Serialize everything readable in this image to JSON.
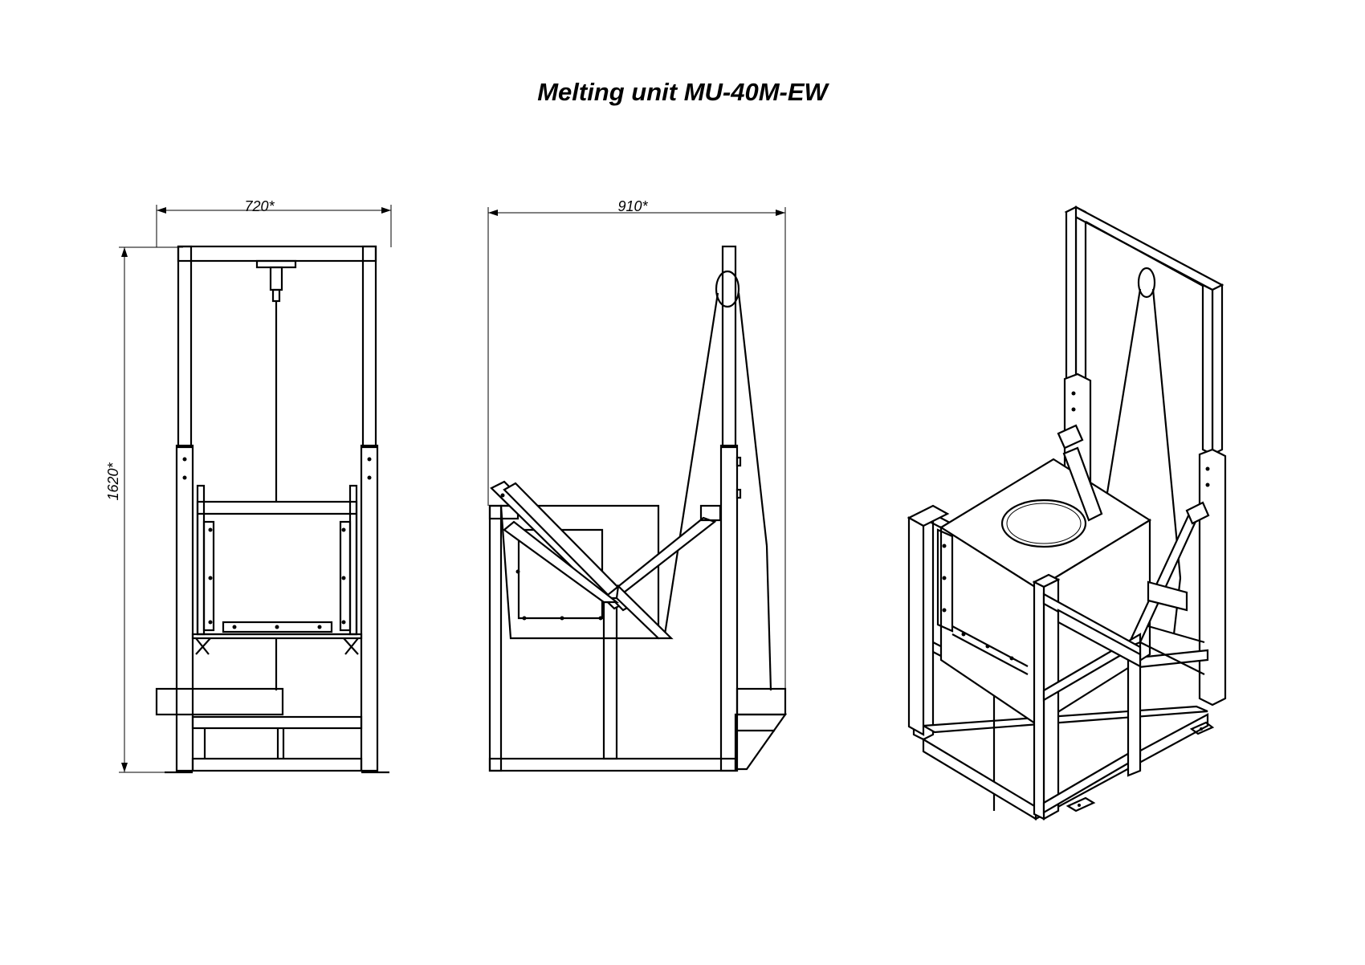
{
  "title": "Melting unit MU-40M-EW",
  "dimensions": {
    "front_width": "720*",
    "side_width": "910*",
    "height": "1620*"
  }
}
